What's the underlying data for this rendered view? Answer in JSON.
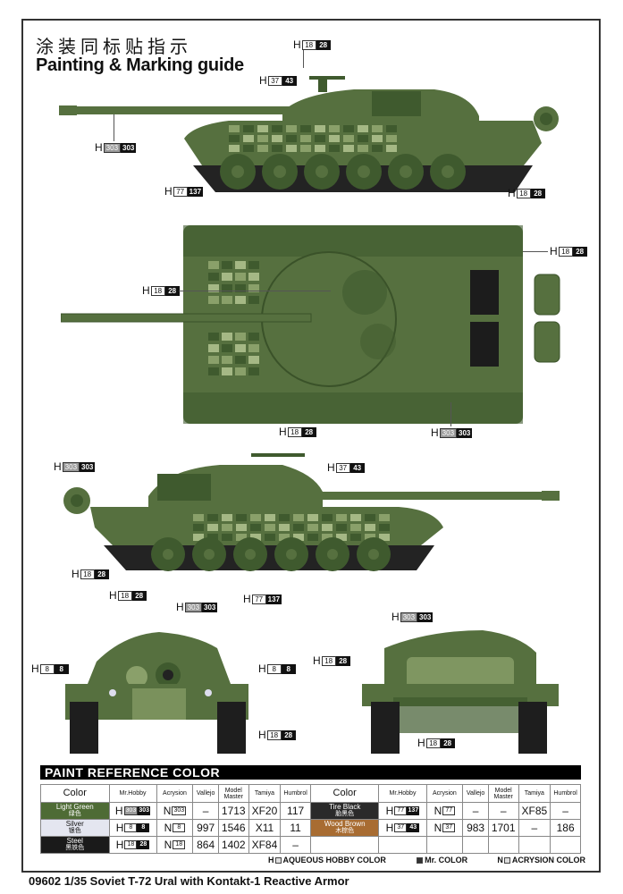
{
  "header": {
    "title_cn": "涂装同标贴指示",
    "title_en": "Painting & Marking guide"
  },
  "callouts": {
    "side_left": {
      "mg_top": {
        "prefix": "H",
        "a": "18",
        "b": "28"
      },
      "mg_mount": {
        "prefix": "H",
        "a": "37",
        "b": "43"
      },
      "barrel": {
        "prefix": "H",
        "a": "303",
        "b": "303"
      },
      "wheels": {
        "prefix": "H",
        "a": "77",
        "b": "137"
      },
      "track": {
        "prefix": "H",
        "a": "18",
        "b": "28"
      }
    },
    "top_view": {
      "exhaust": {
        "prefix": "H",
        "a": "18",
        "b": "28"
      },
      "mg": {
        "prefix": "H",
        "a": "18",
        "b": "28"
      },
      "hull": {
        "prefix": "H",
        "a": "303",
        "b": "303"
      }
    },
    "side_right": {
      "mg_top": {
        "prefix": "H",
        "a": "18",
        "b": "28"
      },
      "drum": {
        "prefix": "H",
        "a": "303",
        "b": "303"
      },
      "mg_mount": {
        "prefix": "H",
        "a": "37",
        "b": "43"
      },
      "track": {
        "prefix": "H",
        "a": "18",
        "b": "28"
      },
      "wheels": {
        "prefix": "H",
        "a": "77",
        "b": "137"
      }
    },
    "front": {
      "mg_top": {
        "prefix": "H",
        "a": "18",
        "b": "28"
      },
      "turret": {
        "prefix": "H",
        "a": "303",
        "b": "303"
      },
      "light_left": {
        "prefix": "H",
        "a": "8",
        "b": "8"
      },
      "light_right": {
        "prefix": "H",
        "a": "8",
        "b": "8"
      },
      "track": {
        "prefix": "H",
        "a": "18",
        "b": "28"
      }
    },
    "rear": {
      "turret": {
        "prefix": "H",
        "a": "303",
        "b": "303"
      },
      "side": {
        "prefix": "H",
        "a": "18",
        "b": "28"
      },
      "track": {
        "prefix": "H",
        "a": "18",
        "b": "28"
      }
    }
  },
  "paint_table": {
    "title": "PAINT  REFERENCE COLOR",
    "headers": [
      "Color",
      "Mr.Hobby",
      "Acrysion",
      "Vallejo",
      "Model Master",
      "Tamiya",
      "Humbrol"
    ],
    "left_rows": [
      {
        "name": "Light Green",
        "name_cn": "绿色",
        "swatch": "#4e6b35",
        "mr_hobby_a": "303",
        "mr_hobby_b": "303",
        "acrysion": "303",
        "vallejo": "–",
        "model_master": "1713",
        "tamiya": "XF20",
        "humbrol": "117"
      },
      {
        "name": "Silver",
        "name_cn": "银色",
        "swatch": "#e4e6f0",
        "mr_hobby_a": "8",
        "mr_hobby_b": "8",
        "acrysion": "8",
        "vallejo": "997",
        "model_master": "1546",
        "tamiya": "X11",
        "humbrol": "11"
      },
      {
        "name": "Steel",
        "name_cn": "黑铁色",
        "swatch": "#1a1a1a",
        "mr_hobby_a": "18",
        "mr_hobby_b": "28",
        "acrysion": "18",
        "vallejo": "864",
        "model_master": "1402",
        "tamiya": "XF84",
        "humbrol": "–"
      }
    ],
    "right_rows": [
      {
        "name": "Tire Black",
        "name_cn": "胎黑色",
        "swatch": "#2a2a2a",
        "mr_hobby_a": "77",
        "mr_hobby_b": "137",
        "acrysion": "77",
        "vallejo": "–",
        "model_master": "–",
        "tamiya": "XF85",
        "humbrol": "–"
      },
      {
        "name": "Wood Brown",
        "name_cn": "木棕色",
        "swatch": "#a86c32",
        "mr_hobby_a": "37",
        "mr_hobby_b": "43",
        "acrysion": "37",
        "vallejo": "983",
        "model_master": "1701",
        "tamiya": "–",
        "humbrol": "186"
      },
      {
        "name": "",
        "name_cn": "",
        "swatch": "#ffffff",
        "mr_hobby_a": "",
        "mr_hobby_b": "",
        "acrysion": "",
        "vallejo": "",
        "model_master": "",
        "tamiya": "",
        "humbrol": ""
      }
    ],
    "prefix_h": "H",
    "prefix_n": "N"
  },
  "legend": {
    "aqueous": {
      "prefix": "H",
      "label": "AQUEOUS HOBBY COLOR"
    },
    "mr_color": {
      "label": "Mr. COLOR"
    },
    "acrysion": {
      "prefix": "N",
      "label": "ACRYSION COLOR"
    }
  },
  "footer": {
    "product": "09602 1/35 Soviet T-72 Ural with Kontakt-1 Reactive Armor"
  }
}
